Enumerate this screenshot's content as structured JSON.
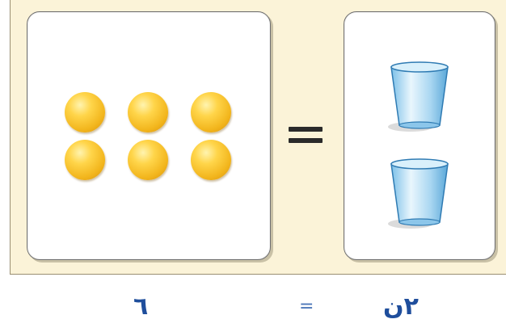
{
  "colors": {
    "mat_background": "#fbf3d8",
    "card_background": "#ffffff",
    "counter_fill": "#f2b51c",
    "cup_fill": "#bfe2f7",
    "equation_text": "#1f4e9c"
  },
  "left_card": {
    "item_icon": "counter-icon",
    "count": 6
  },
  "right_card": {
    "item_icon": "cup-icon",
    "count": 2
  },
  "equation": {
    "left": "٦",
    "operator": "=",
    "right": "٢ن"
  }
}
